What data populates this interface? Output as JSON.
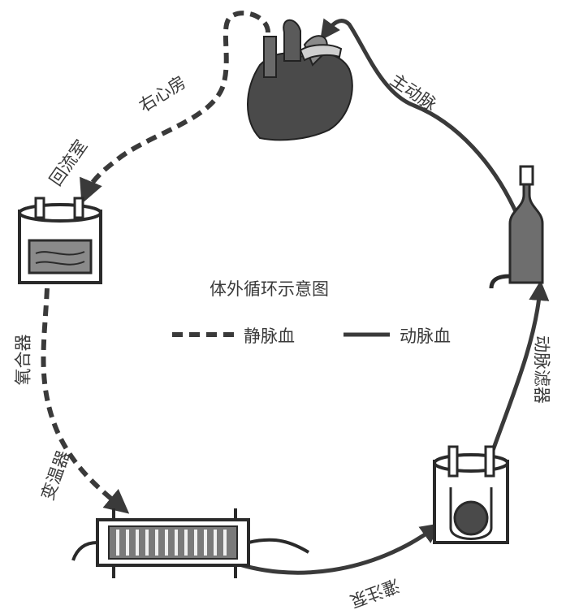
{
  "diagram": {
    "title": "体外循环示意图",
    "legend": {
      "venous": "静脉血",
      "arterial": "动脉血"
    },
    "labels": {
      "right_atrium": "右心房",
      "reflux_chamber": "回流室",
      "oxygenator": "氧合器",
      "heat_exchanger": "变温器",
      "perfusion_pump": "灌注泵",
      "arterial_filter": "动脉滤器",
      "aorta": "主动脉"
    },
    "colors": {
      "line": "#3a3a3a",
      "heart": "#4a4a4a",
      "device_fill": "#6e6e6e"
    },
    "icons": [
      "heart-icon",
      "reflux-chamber-icon",
      "heat-exchanger-icon",
      "perfusion-pump-icon",
      "arterial-filter-icon"
    ]
  }
}
